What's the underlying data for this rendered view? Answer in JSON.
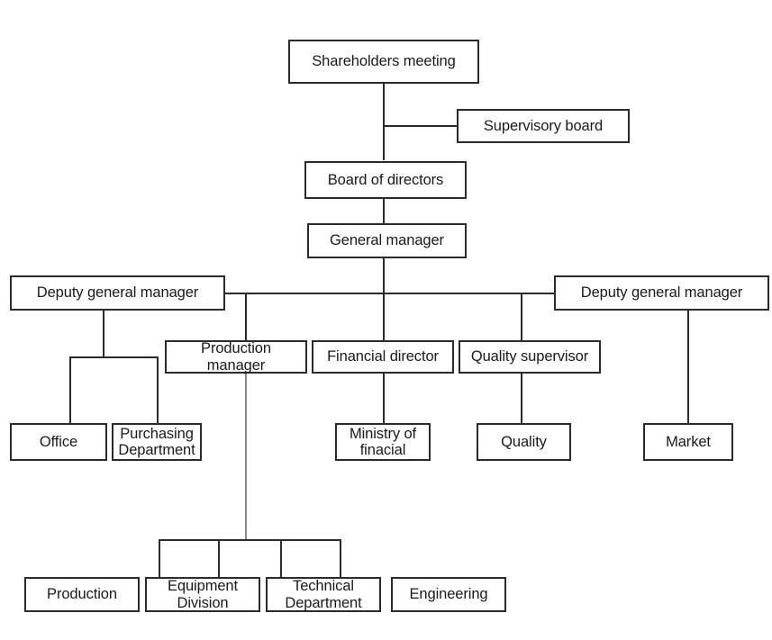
{
  "diagram": {
    "title": "Company organizational structure chart",
    "background_color": "#ffffff",
    "line_color": "#2b2b2b",
    "secondary_line_color": "#8a8a8a",
    "box_border_color": "#2b2b2b",
    "text_color": "#1a1a1a"
  },
  "nodes": {
    "shareholders_meeting": "Shareholders meeting",
    "supervisory_board": "Supervisory board",
    "board_of_directors": "Board of directors",
    "general_manager": "General manager",
    "deputy_general_manager_left": "Deputy general manager",
    "deputy_general_manager_right": "Deputy general manager",
    "production_manager": "Production manager",
    "financial_director": "Financial director",
    "quality_supervisor": "Quality supervisor",
    "office": "Office",
    "purchasing_department": "Purchasing\nDepartment",
    "ministry_of_finacial": "Ministry of\nfinacial",
    "quality": "Quality",
    "market": "Market",
    "production": "Production",
    "equipment_division": "Equipment\nDivision",
    "technical_department": "Technical\nDepartment",
    "engineering": "Engineering"
  }
}
